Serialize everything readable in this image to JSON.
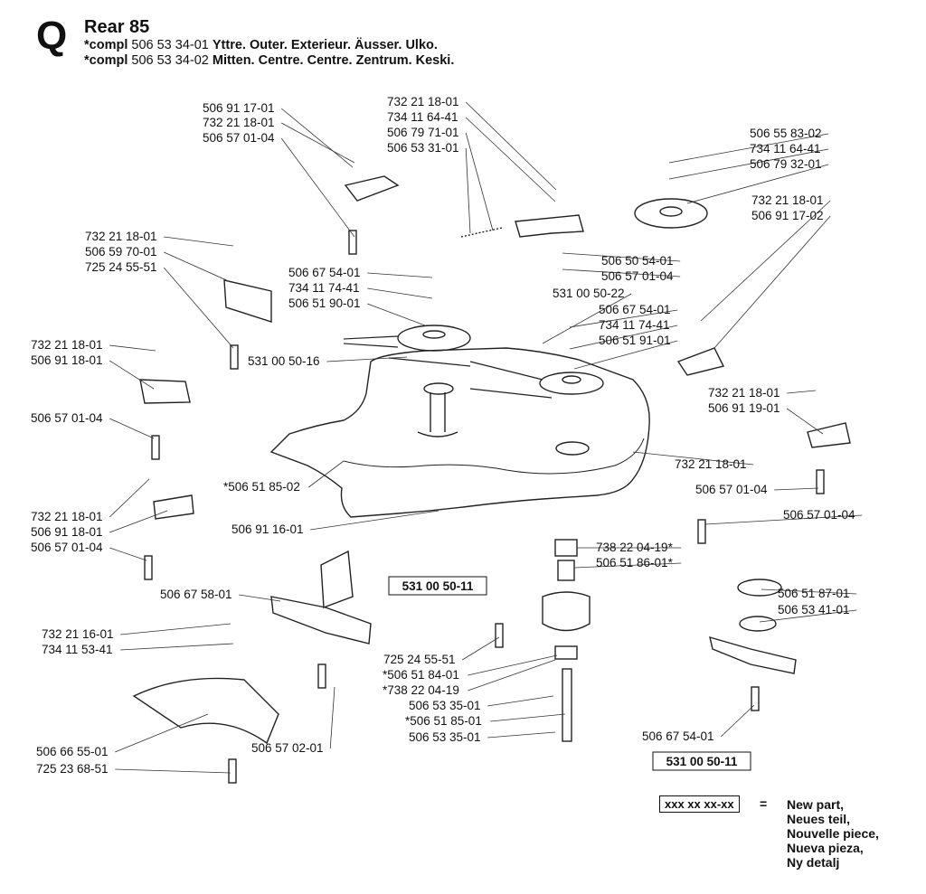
{
  "header": {
    "letter": "Q",
    "title": "Rear 85",
    "lines": [
      {
        "prefix": "*compl",
        "number": "506 53 34-01",
        "text": "Yttre. Outer. Exterieur. Äusser. Ulko."
      },
      {
        "prefix": "*compl",
        "number": "506 53 34-02",
        "text": "Mitten. Centre. Centre. Zentrum. Keski."
      }
    ]
  },
  "labels": [
    "506 91 17-01",
    "732 21 18-01",
    "506 57 01-04",
    "732 21 18-01",
    "734 11 64-41",
    "506 79 71-01",
    "506 53 31-01",
    "506 55 83-02",
    "734 11 64-41",
    "506 79 32-01",
    "732 21 18-01",
    "506 91 17-02",
    "732 21 18-01",
    "506 59 70-01",
    "725 24 55-51",
    "506 67 54-01",
    "734 11 74-41",
    "506 51 90-01",
    "506 50 54-01",
    "506 57 01-04",
    "531 00 50-22",
    "506 67 54-01",
    "734 11 74-41",
    "506 51 91-01",
    "531 00 50-16",
    "732 21 18-01",
    "506 91 18-01",
    "732 21 18-01",
    "506 91 19-01",
    "506 57 01-04",
    "732 21 18-01",
    "*506 51 85-02",
    "506 57 01-04",
    "732 21 18-01",
    "506 91 18-01",
    "506 57 01-04",
    "506 91 16-01",
    "506 57 01-04",
    "738 22 04-19*",
    "506 51 86-01*",
    "506 67 58-01",
    "506 51 87-01",
    "506 53 41-01",
    "732 21 16-01",
    "734 11 53-41",
    "725 24 55-51",
    "*506 51 84-01",
    "*738 22 04-19",
    "506 53 35-01",
    "*506 51 85-01",
    "506 53 35-01",
    "506 67 54-01",
    "506 66 55-01",
    "725 23 68-51",
    "506 57 02-01"
  ],
  "boxed_labels": [
    "531 00 50-11",
    "531 00 50-11"
  ],
  "legend": {
    "box": "xxx xx xx-xx",
    "equals": "=",
    "lines": [
      "New part,",
      "Neues teil,",
      "Nouvelle piece,",
      "Nueva pieza,",
      "Ny detalj"
    ]
  }
}
